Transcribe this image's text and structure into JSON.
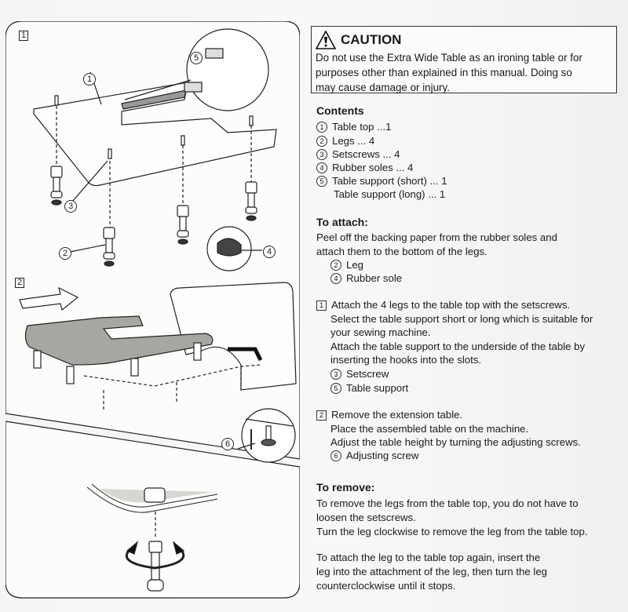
{
  "caution": {
    "icon": "warning-triangle-icon",
    "title": "CAUTION",
    "lines": [
      "Do not use the Extra Wide Table as an ironing table or for",
      "purposes other than explained in this manual. Doing so",
      "may cause damage or injury."
    ]
  },
  "contents": {
    "heading": "Contents",
    "items": [
      {
        "num": "1",
        "label": "Table top ...1"
      },
      {
        "num": "2",
        "label": "Legs ... 4"
      },
      {
        "num": "3",
        "label": "Setscrews ... 4"
      },
      {
        "num": "4",
        "label": "Rubber soles ... 4"
      },
      {
        "num": "5",
        "label": "Table support (short) ... 1"
      },
      {
        "num": "",
        "label": "Table support (long) ... 1"
      }
    ]
  },
  "attach": {
    "heading": "To attach:",
    "intro": [
      "Peel off the backing paper from the rubber soles and",
      "attach them to the bottom of the legs."
    ],
    "intro_refs": [
      {
        "num": "2",
        "label": "Leg"
      },
      {
        "num": "4",
        "label": "Rubber sole"
      }
    ],
    "steps": [
      {
        "num": "1",
        "lines": [
          "Attach the 4 legs to the table top with the setscrews.",
          "Select the table support short or long which is suitable for",
          "your sewing machine.",
          "Attach the table support to the underside of the table by",
          "inserting the hooks into the slots."
        ],
        "refs": [
          {
            "num": "3",
            "label": "Setscrew"
          },
          {
            "num": "5",
            "label": "Table support"
          }
        ]
      },
      {
        "num": "2",
        "lines": [
          "Remove the extension table.",
          "Place the assembled table on the machine.",
          "Adjust the table height by turning the adjusting screws."
        ],
        "refs": [
          {
            "num": "6",
            "label": "Adjusting screw"
          }
        ]
      }
    ]
  },
  "remove": {
    "heading": "To remove:",
    "para1": [
      "To remove the legs from the table top, you do not have to",
      "loosen the setscrews.",
      "Turn the leg clockwise to remove the leg from the table top."
    ],
    "para2": [
      "To attach the leg to the table top again, insert the",
      "leg into the attachment of the leg, then turn the leg",
      "counterclockwise until it stops."
    ]
  },
  "illustration": {
    "step_labels": [
      "1",
      "2"
    ],
    "callouts": [
      "1",
      "2",
      "3",
      "4",
      "5",
      "6"
    ]
  }
}
